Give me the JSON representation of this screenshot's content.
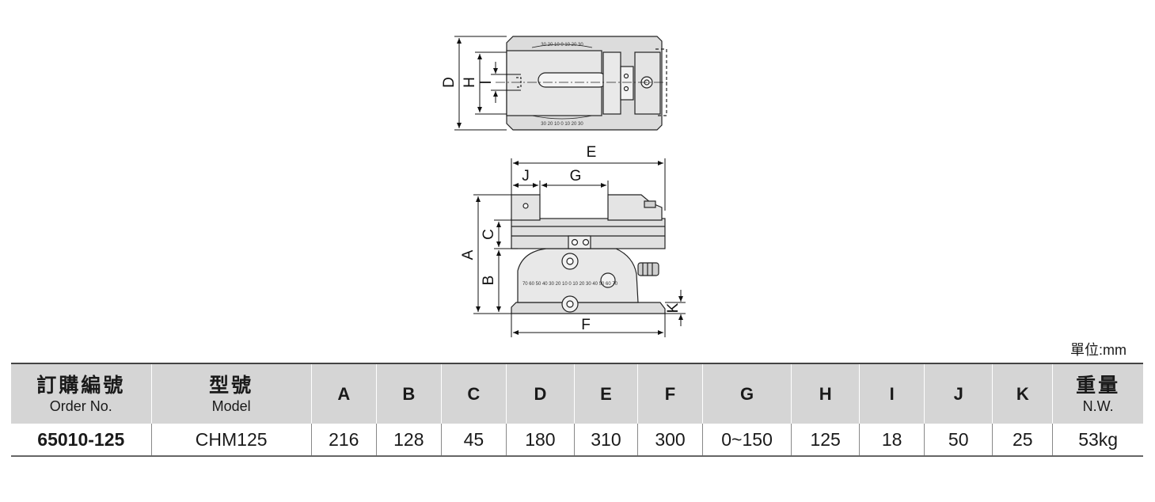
{
  "dimension_labels": {
    "A": "A",
    "B": "B",
    "C": "C",
    "D": "D",
    "E": "E",
    "F": "F",
    "G": "G",
    "H": "H",
    "I": "I",
    "J": "J",
    "K": "K"
  },
  "top_scale": "30 20 10 0 10 20 30",
  "bottom_scale": "30 20 10 0 10 20 30",
  "tilt_scale": "70 60 50 40 30 20 10 0 10 20 30 40 50 60 70",
  "unit_label": "單位:mm",
  "table": {
    "headers": [
      {
        "zh": "訂購編號",
        "en": "Order No."
      },
      {
        "zh": "型號",
        "en": "Model"
      },
      {
        "label": "A"
      },
      {
        "label": "B"
      },
      {
        "label": "C"
      },
      {
        "label": "D"
      },
      {
        "label": "E"
      },
      {
        "label": "F"
      },
      {
        "label": "G"
      },
      {
        "label": "H"
      },
      {
        "label": "I"
      },
      {
        "label": "J"
      },
      {
        "label": "K"
      },
      {
        "zh": "重量",
        "en": "N.W."
      }
    ],
    "rows": [
      [
        "65010-125",
        "CHM125",
        "216",
        "128",
        "45",
        "180",
        "310",
        "300",
        "0~150",
        "125",
        "18",
        "50",
        "25",
        "53kg"
      ]
    ]
  }
}
